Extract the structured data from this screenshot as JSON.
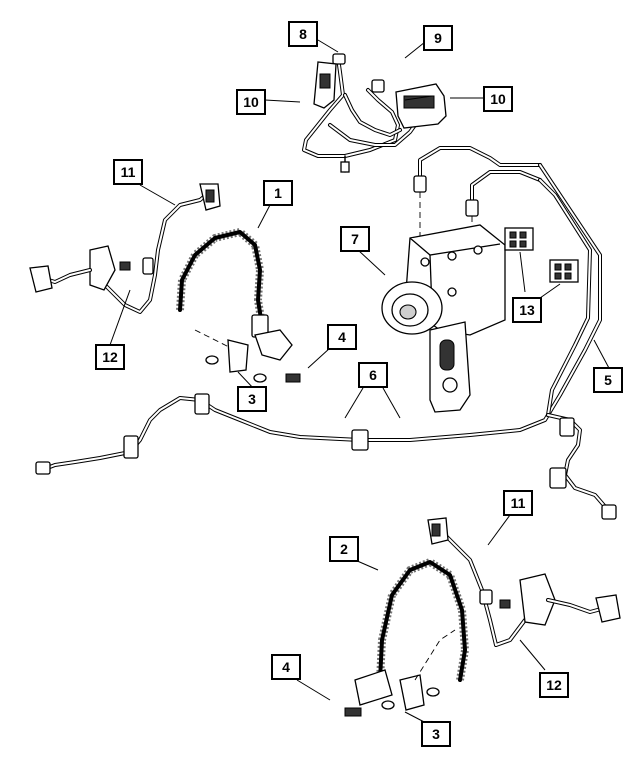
{
  "callouts": [
    {
      "id": "c8",
      "label": "8"
    },
    {
      "id": "c9",
      "label": "9"
    },
    {
      "id": "c10a",
      "label": "10"
    },
    {
      "id": "c10b",
      "label": "10"
    },
    {
      "id": "c11a",
      "label": "11"
    },
    {
      "id": "c1",
      "label": "1"
    },
    {
      "id": "c7",
      "label": "7"
    },
    {
      "id": "c12a",
      "label": "12"
    },
    {
      "id": "c4a",
      "label": "4"
    },
    {
      "id": "c13",
      "label": "13"
    },
    {
      "id": "c5",
      "label": "5"
    },
    {
      "id": "c3a",
      "label": "3"
    },
    {
      "id": "c6",
      "label": "6"
    },
    {
      "id": "c11b",
      "label": "11"
    },
    {
      "id": "c2",
      "label": "2"
    },
    {
      "id": "c4b",
      "label": "4"
    },
    {
      "id": "c12b",
      "label": "12"
    },
    {
      "id": "c3b",
      "label": "3"
    }
  ]
}
